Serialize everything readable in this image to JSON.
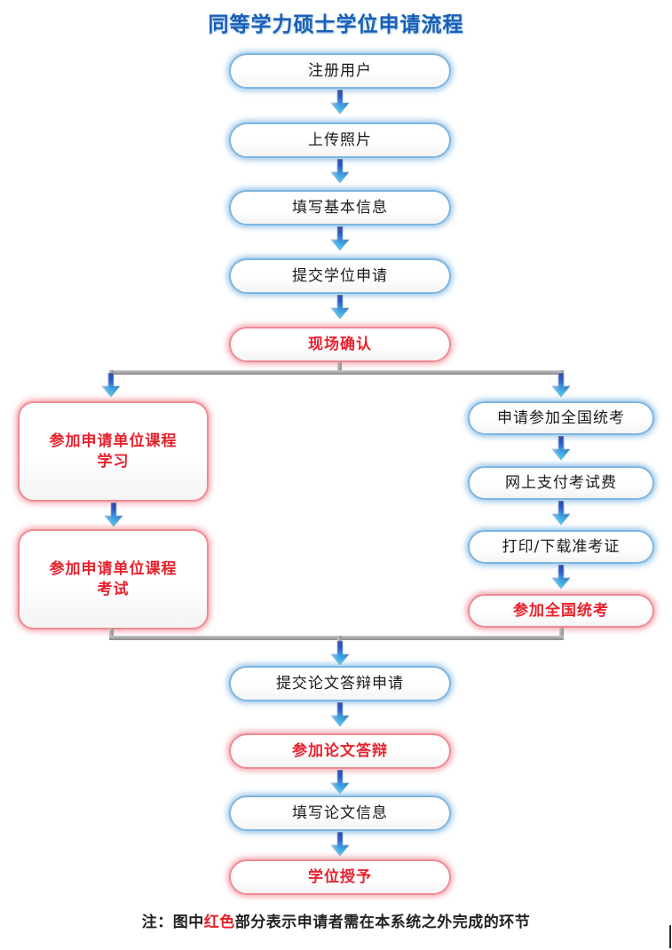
{
  "title": "同等学力硕士学位申请流程",
  "legend": {
    "prefix": "注：图中",
    "highlight": "红色",
    "suffix": "部分表示申请者需在本系统之外完成的环节"
  },
  "colors": {
    "title_blue": "#1a5fb4",
    "node_blue_border": "#7fb5e0",
    "node_red_border": "#ef8a94",
    "red_text": "#e8212d",
    "black_text": "#1a1a1a",
    "connector_gray": "#a8a8a8",
    "arrow_dark_blue": "#1b3fa0",
    "arrow_light_blue": "#35c7f0"
  },
  "flow": {
    "main_top": [
      {
        "id": "register",
        "label": "注册用户",
        "style": "blue"
      },
      {
        "id": "upload-photo",
        "label": "上传照片",
        "style": "blue"
      },
      {
        "id": "fill-basic-info",
        "label": "填写基本信息",
        "style": "blue"
      },
      {
        "id": "submit-degree-application",
        "label": "提交学位申请",
        "style": "blue"
      },
      {
        "id": "onsite-confirmation",
        "label": "现场确认",
        "style": "red"
      }
    ],
    "branch_left": [
      {
        "id": "attend-unit-course-study",
        "line1": "参加申请单位课程",
        "line2": "学习",
        "style": "red"
      },
      {
        "id": "attend-unit-course-exam",
        "line1": "参加申请单位课程",
        "line2": "考试",
        "style": "red"
      }
    ],
    "branch_right": [
      {
        "id": "apply-national-exam",
        "label": "申请参加全国统考",
        "style": "blue"
      },
      {
        "id": "pay-exam-fee-online",
        "label": "网上支付考试费",
        "style": "blue"
      },
      {
        "id": "print-admission-ticket",
        "label": "打印/下载准考证",
        "style": "blue"
      },
      {
        "id": "take-national-exam",
        "label": "参加全国统考",
        "style": "red"
      }
    ],
    "main_bottom": [
      {
        "id": "submit-thesis-defense-application",
        "label": "提交论文答辩申请",
        "style": "blue"
      },
      {
        "id": "attend-thesis-defense",
        "label": "参加论文答辩",
        "style": "red"
      },
      {
        "id": "fill-thesis-info",
        "label": "填写论文信息",
        "style": "blue"
      },
      {
        "id": "degree-awarded",
        "label": "学位授予",
        "style": "red"
      }
    ]
  },
  "arrows": {
    "icon": "down-arrow-icon",
    "count": 14
  }
}
